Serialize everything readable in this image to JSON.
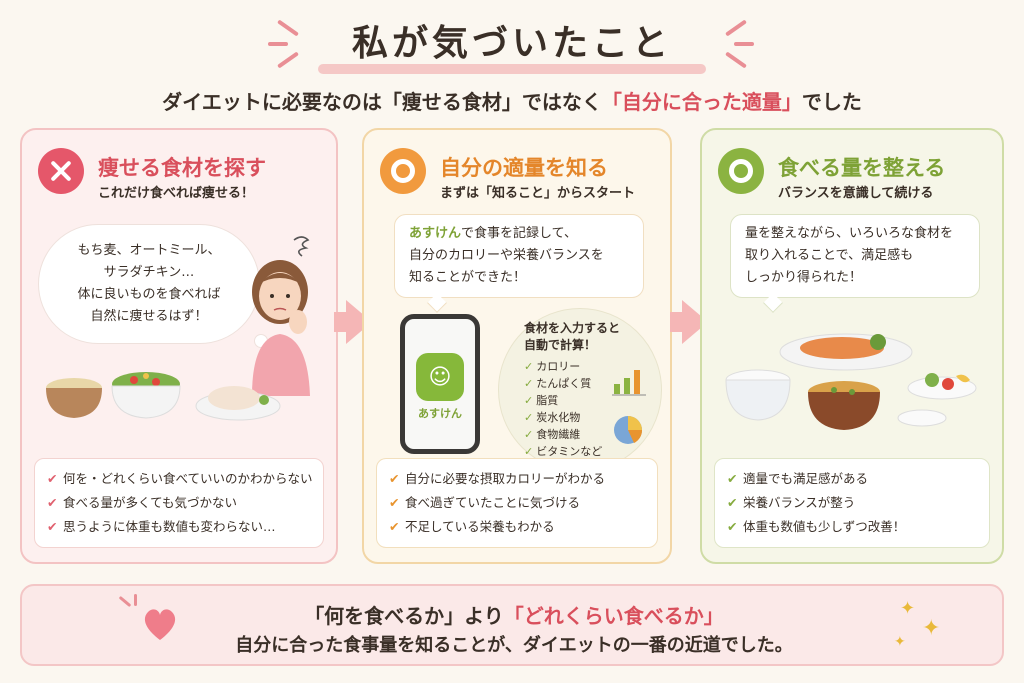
{
  "header": {
    "title": "私が気づいたこと",
    "subtitle_prefix": "ダイエットに必要なのは「痩せる食材」ではなく",
    "subtitle_highlight": "「自分に合った適量」",
    "subtitle_suffix": "でした"
  },
  "cards": [
    {
      "title": "痩せる食材を探す",
      "subtitle": "これだけ食べれば痩せる！",
      "thought_lines": [
        "もち麦、オートミール、",
        "サラダチキン…",
        "体に良いものを食べれば",
        "自然に痩せるはず！"
      ],
      "checks": [
        "何を・どれくらい食べていいのかわからない",
        "食べる量が多くても気づかない",
        "思うように体重も数値も変わらない…"
      ]
    },
    {
      "title": "自分の適量を知る",
      "subtitle": "まずは「知ること」からスタート",
      "bubble_brand": "あすけん",
      "bubble_line1_rest": "で食事を記録して、",
      "bubble_lines": [
        "自分のカロリーや栄養バランスを",
        "知ることができた！"
      ],
      "app_name": "あすけん",
      "auto_title_lines": [
        "食材を入力すると",
        "自動で計算！"
      ],
      "auto_items": [
        "カロリー",
        "たんぱく質",
        "脂質",
        "炭水化物",
        "食物繊維",
        "ビタミンなど"
      ],
      "checks": [
        "自分に必要な摂取カロリーがわかる",
        "食べ過ぎていたことに気づける",
        "不足している栄養もわかる"
      ]
    },
    {
      "title": "食べる量を整える",
      "subtitle": "バランスを意識して続ける",
      "bubble_lines": [
        "量を整えながら、いろいろな食材を",
        "取り入れることで、満足感も",
        "しっかり得られた！"
      ],
      "checks": [
        "適量でも満足感がある",
        "栄養バランスが整う",
        "体重も数値も少しずつ改善！"
      ]
    }
  ],
  "footer": {
    "line1_prefix": "「何を食べるか」より",
    "line1_highlight": "「どれくらい食べるか」",
    "line2": "自分に合った食事量を知ることが、ダイエットの一番の近道でした。"
  },
  "icons": {
    "check": "check-icon",
    "cross": "cross-icon",
    "circle": "circle-icon",
    "heart": "heart-icon",
    "sparkle": "sparkle-icon"
  },
  "colors": {
    "accent_red": "#d94f5c",
    "accent_orange": "#e4862a",
    "accent_green": "#7ea236"
  }
}
